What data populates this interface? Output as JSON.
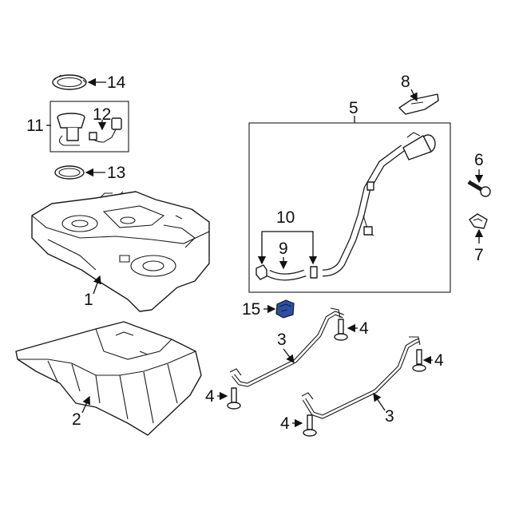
{
  "callouts": {
    "c1": "1",
    "c2": "2",
    "c3a": "3",
    "c3b": "3",
    "c4a": "4",
    "c4b": "4",
    "c4c": "4",
    "c4d": "4",
    "c5": "5",
    "c6": "6",
    "c7": "7",
    "c8": "8",
    "c9": "9",
    "c10": "10",
    "c11": "11",
    "c12": "12",
    "c13": "13",
    "c14": "14",
    "c15": "15"
  },
  "colors": {
    "line": "#1a1a1a",
    "highlight_part": "#2d4fa3"
  },
  "highlighted_part": "15"
}
